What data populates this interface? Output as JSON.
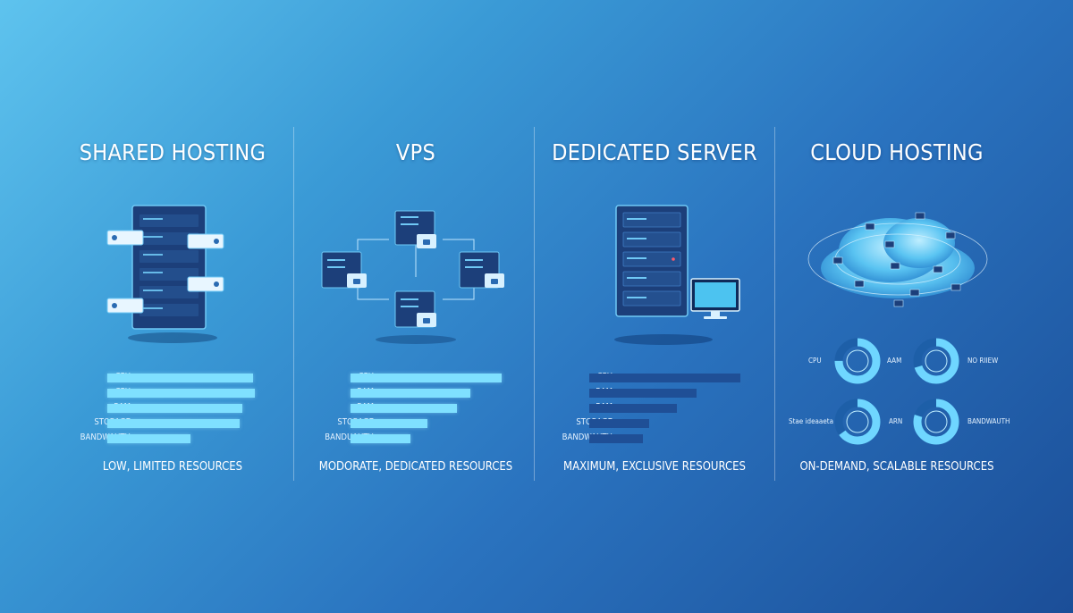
{
  "panels": [
    {
      "title": "SHARED HOSTING",
      "caption": "LOW, LIMITED RESOURCES",
      "bar_color": "#7fe0ff",
      "bars": [
        {
          "label": "CPU",
          "value": 0.95
        },
        {
          "label": "CPU",
          "value": 0.96
        },
        {
          "label": "RAM",
          "value": 0.88
        },
        {
          "label": "STORAGE",
          "value": 0.86
        },
        {
          "label": "BANDWAUTH",
          "value": 0.54
        }
      ]
    },
    {
      "title": "VPS",
      "caption": "MODORATE, DEDICATED RESOURCES",
      "bar_color": "#7fe0ff",
      "bars": [
        {
          "label": "CPU",
          "value": 0.98
        },
        {
          "label": "RAM",
          "value": 0.78
        },
        {
          "label": "RAM",
          "value": 0.69
        },
        {
          "label": "STORAGE",
          "value": 0.5
        },
        {
          "label": "BANDUAUTH",
          "value": 0.39
        }
      ]
    },
    {
      "title": "DEDICATED SERVER",
      "caption": "MAXIMUM, EXCLUSIVE RESOURCES",
      "bar_color": "#1f4f96",
      "bars": [
        {
          "label": "CPU",
          "value": 0.98
        },
        {
          "label": "RAM",
          "value": 0.7
        },
        {
          "label": "RAM",
          "value": 0.57
        },
        {
          "label": "STORAGE",
          "value": 0.39
        },
        {
          "label": "BANDWAUTH",
          "value": 0.35
        }
      ]
    },
    {
      "title": "CLOUD HOSTING",
      "caption": "ON-DEMAND, SCALABLE RESOURCES",
      "donuts": [
        {
          "label": "CPU",
          "value": 0.75
        },
        {
          "label": "AAM",
          "value": 0.7
        },
        {
          "label": "NO RIIEW",
          "value": 0.6
        },
        {
          "label": "Stae ideaaeta",
          "value": 0.65
        },
        {
          "label": "ARN",
          "value": 0.8
        },
        {
          "label": "BANDWAUTH",
          "value": 0.7
        }
      ]
    }
  ]
}
